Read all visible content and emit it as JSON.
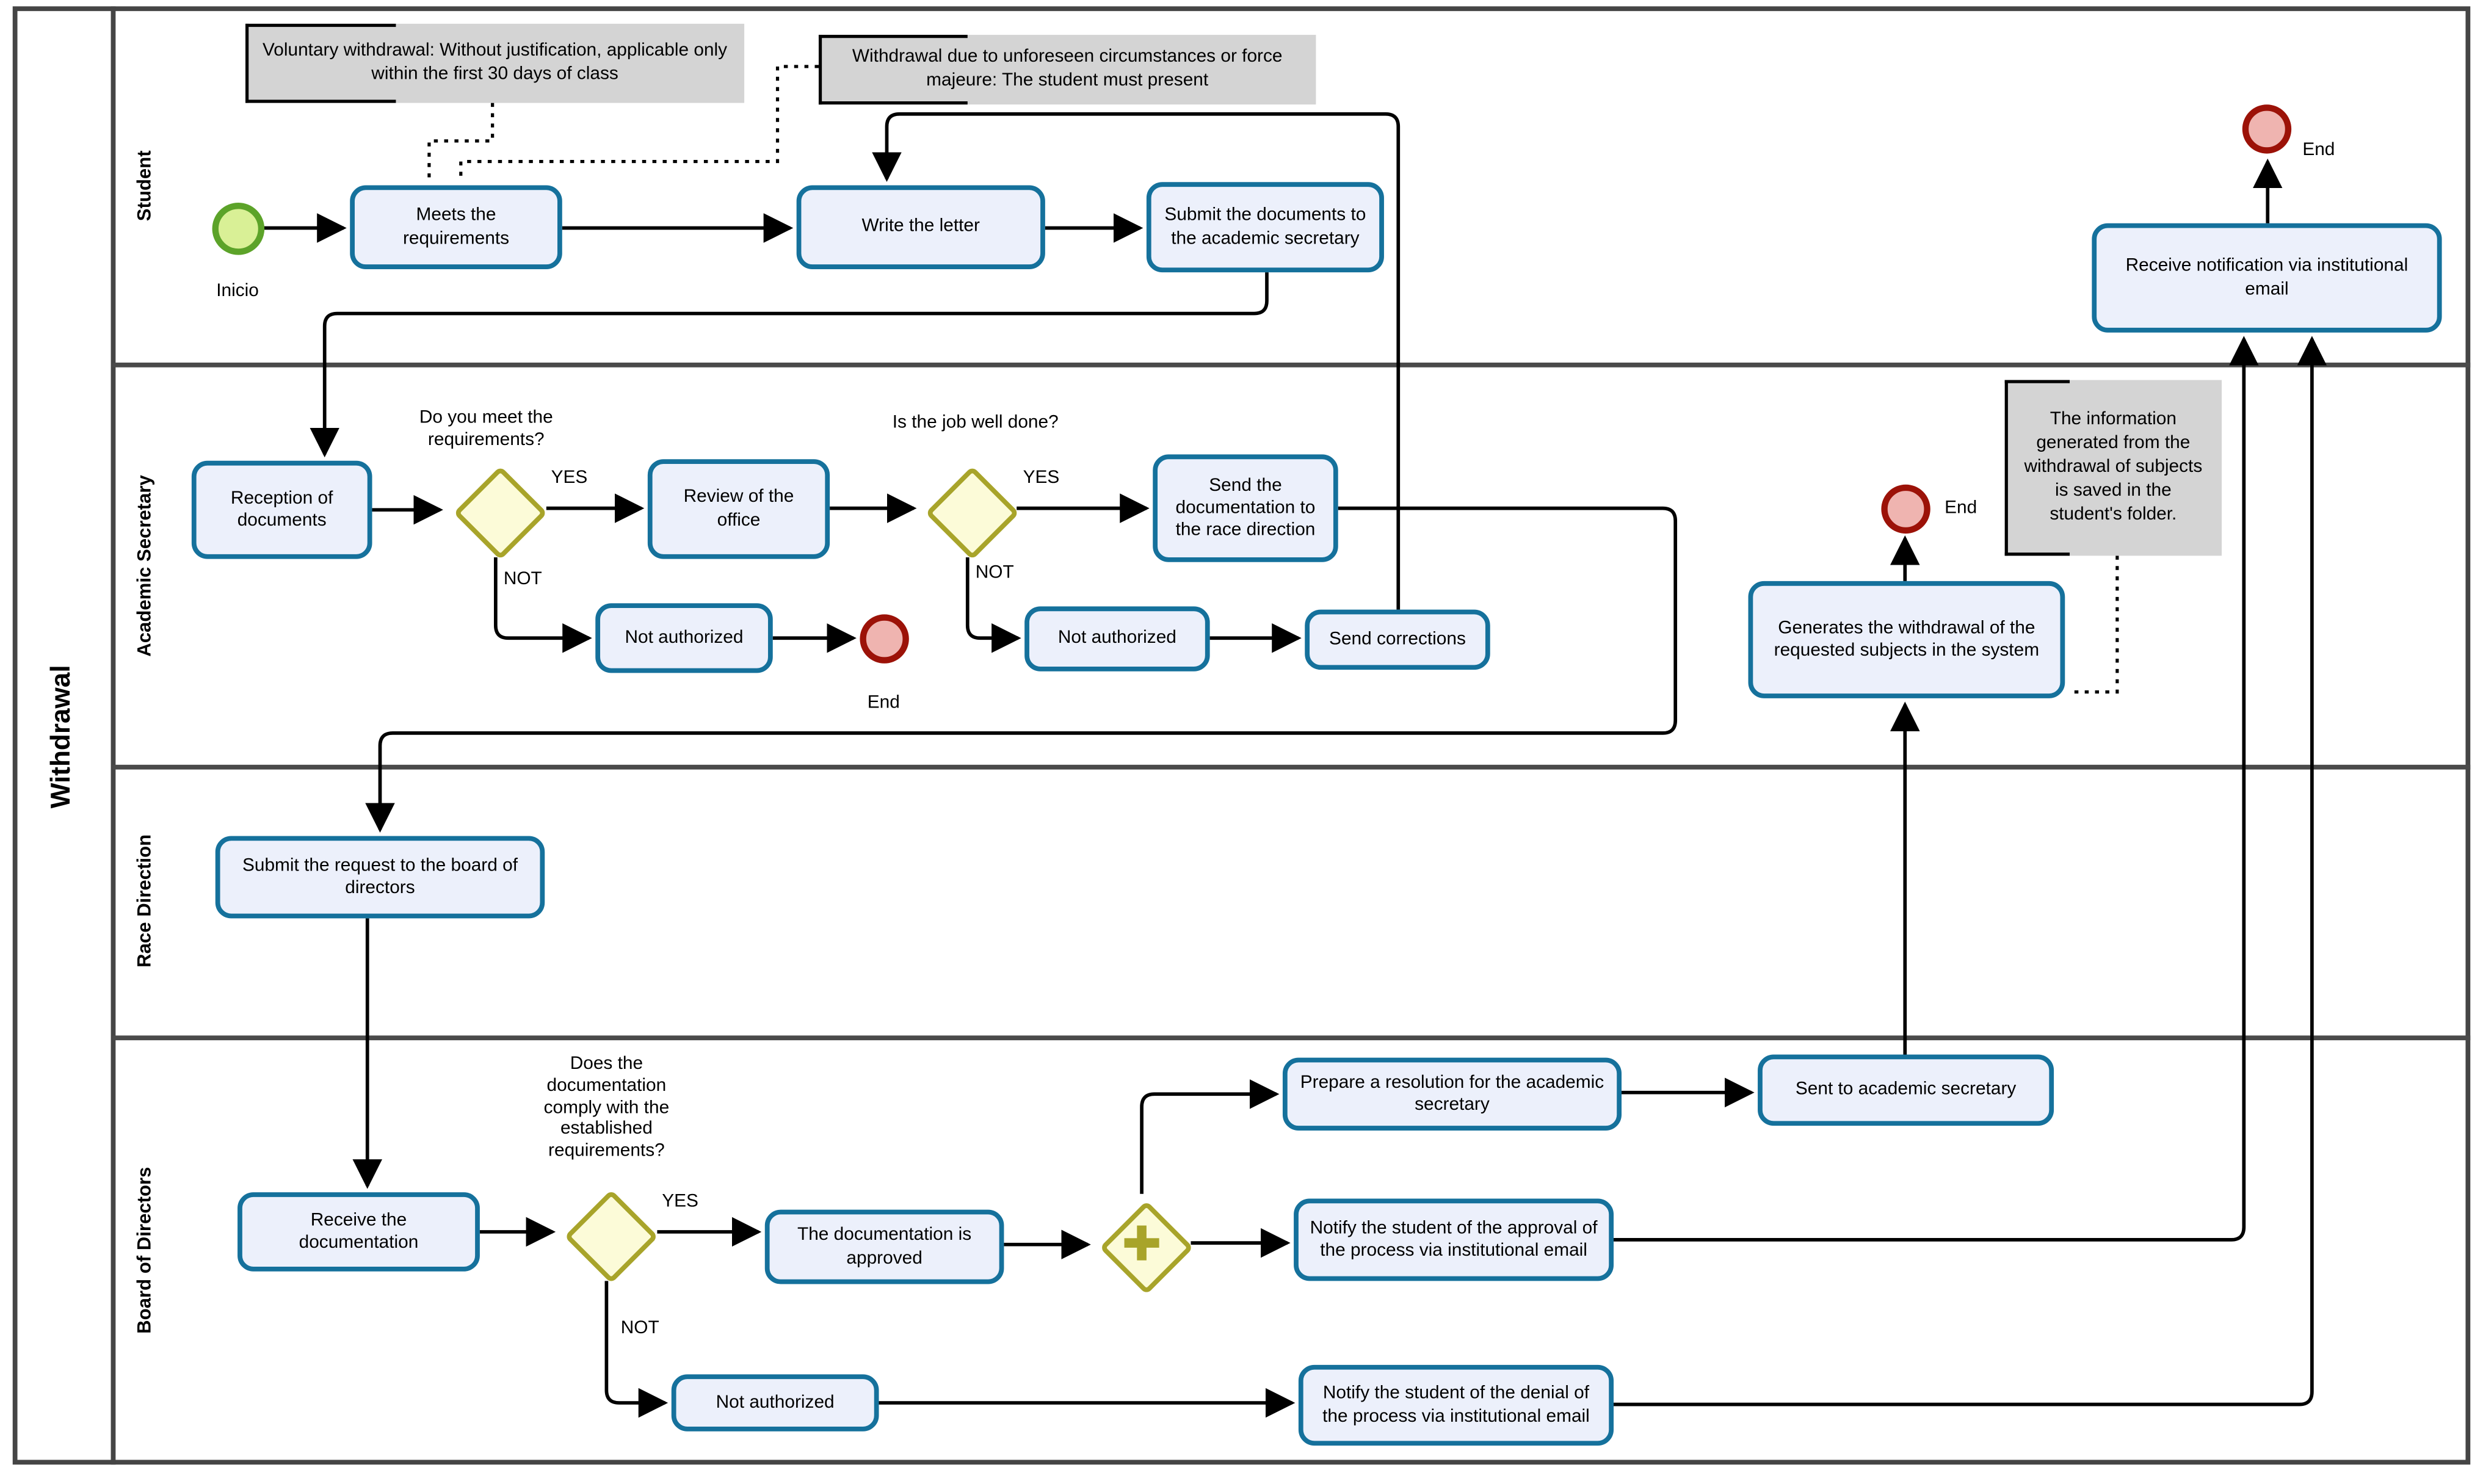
{
  "pool": {
    "title": "Withdrawal"
  },
  "lanes": [
    {
      "label": "Student"
    },
    {
      "label": "Academic Secretary"
    },
    {
      "label": "Race Direction"
    },
    {
      "label": "Board of Directors"
    }
  ],
  "events": {
    "start_label": "Inicio",
    "end_top": "End",
    "end_secretary": "End",
    "end_generates": "End"
  },
  "tasks": {
    "meets": "Meets the requirements",
    "write": "Write the letter",
    "submit_docs": "Submit the documents to the academic secretary",
    "receive_notification": "Receive notification via institutional email",
    "reception": "Reception of documents",
    "review": "Review of the office",
    "not_authorized_1": "Not authorized",
    "send_doc_race": "Send the documentation to the race direction",
    "not_authorized_2": "Not authorized",
    "send_corrections": "Send corrections",
    "generates": "Generates the withdrawal of the requested subjects in the system",
    "submit_request": "Submit the request to the board of directors",
    "receive_doc": "Receive the documentation",
    "doc_approved": "The documentation is approved",
    "prepare_resolution": "Prepare a resolution for the academic secretary",
    "sent_to_secretary": "Sent to academic secretary",
    "notify_approval": "Notify the student of the approval of the process via institutional email",
    "not_authorized_3": "Not authorized",
    "notify_denial": "Notify the student of the denial of the process via institutional email"
  },
  "gateways": {
    "gw1": {
      "question": "Do you meet the requirements?",
      "yes": "YES",
      "not": "NOT"
    },
    "gw2": {
      "question": "Is the job well done?",
      "yes": "YES",
      "not": "NOT"
    },
    "gw3": {
      "question": "Does the documentation comply with the established requirements?",
      "yes": "YES",
      "not": "NOT"
    }
  },
  "annotations": {
    "voluntary": "Voluntary withdrawal: Without justification, applicable only within the first 30 days of class",
    "force_majeure": "Withdrawal due to unforeseen circumstances or force majeure: The student must present",
    "info_saved": "The information generated from the withdrawal of subjects is saved in the student's folder."
  },
  "colors": {
    "task_fill": "#ecf0fb",
    "task_border": "#15719c",
    "gateway_fill": "#fcfbd8",
    "gateway_border": "#a8a42a",
    "start_fill": "#d9f096",
    "start_border": "#5ca329",
    "end_fill": "#efb4b0",
    "end_border": "#9c1208",
    "annotation_fill": "#d4d4d4",
    "lane_line": "#4a4a4a",
    "flow": "#000000"
  }
}
